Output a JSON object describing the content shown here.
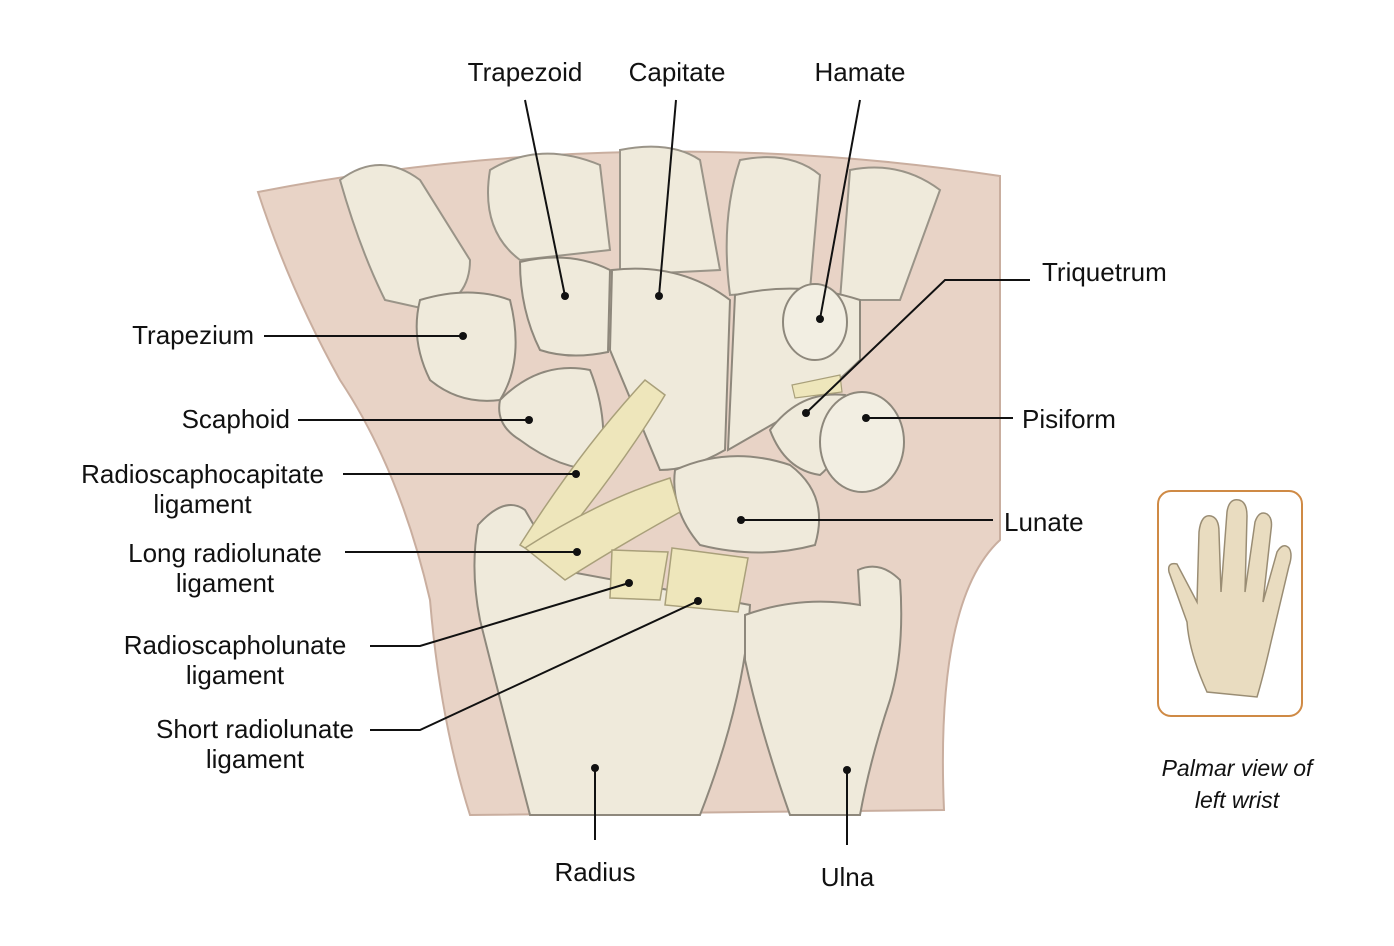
{
  "labels": {
    "trapezoid": "Trapezoid",
    "capitate": "Capitate",
    "hamate": "Hamate",
    "triquetrum": "Triquetrum",
    "trapezium": "Trapezium",
    "scaphoid": "Scaphoid",
    "pisiform": "Pisiform",
    "radioscaphocapitate": [
      "Radioscaphocapitate",
      "ligament"
    ],
    "lunate": "Lunate",
    "long_radiolunate": [
      "Long radiolunate",
      "ligament"
    ],
    "radioscapholunate": [
      "Radioscapholunate",
      "ligament"
    ],
    "short_radiolunate": [
      "Short radiolunate",
      "ligament"
    ],
    "radius": "Radius",
    "ulna": "Ulna"
  },
  "inset": {
    "caption": [
      "Palmar view of",
      "left wrist"
    ],
    "border_color": "#cf8a45"
  },
  "colors": {
    "skin": "#e8d3c6",
    "bone": "#efeadb",
    "ligament": "#eee6bb",
    "leader": "#111111"
  }
}
